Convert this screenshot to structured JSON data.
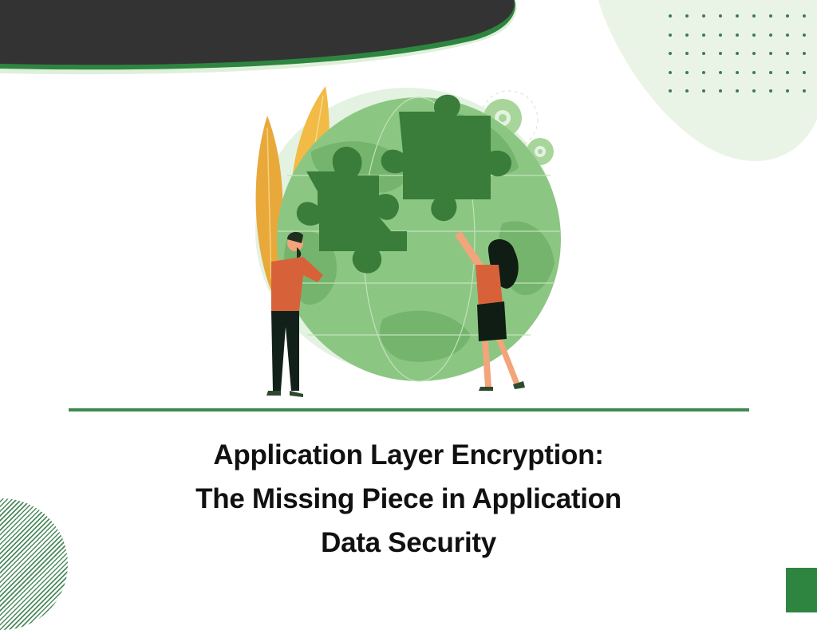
{
  "colors": {
    "dark_band": "#333333",
    "accent_green": "#2e8540",
    "light_green_bg": "#eaf4e6",
    "dot_green": "#3e7d50",
    "divider_green": "#3f8a4f",
    "title_text": "#111111"
  },
  "title": {
    "line1": "Application Layer Encryption:",
    "line2": "The Missing Piece in Application",
    "line3": "Data Security"
  },
  "illustration": {
    "description": "Two people fitting green puzzle pieces together in front of a green globe with gears and yellow leaves",
    "icons": [
      "globe-icon",
      "puzzle-piece-icon",
      "gear-icon",
      "leaf-icon",
      "person-icon"
    ]
  },
  "decorations": {
    "dot_grid": {
      "rows": 5,
      "columns": 9
    }
  }
}
